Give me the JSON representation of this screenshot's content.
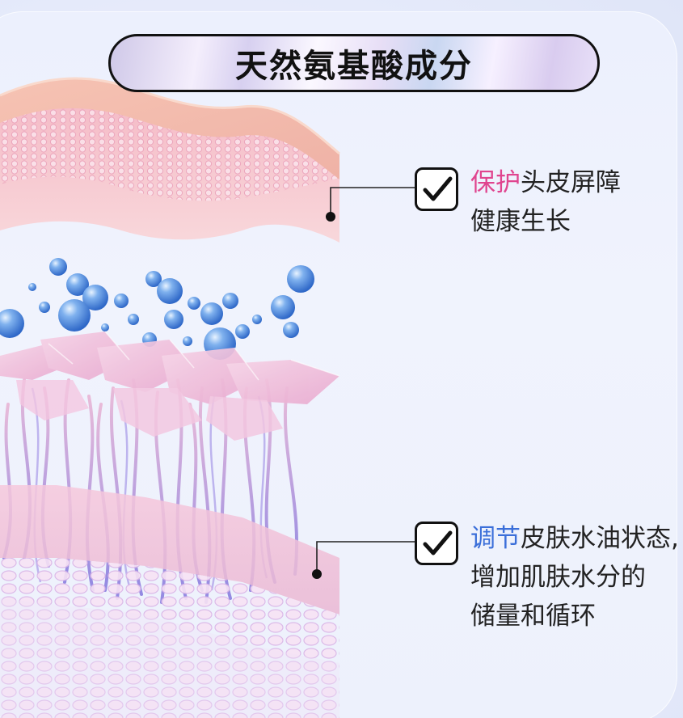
{
  "title": "天然氨基酸成分",
  "callouts": [
    {
      "highlight": "保护",
      "highlight_color": "#e0458f",
      "rest_line1": "头皮屏障",
      "line2": "健康生长",
      "icon": "checkmark-icon"
    },
    {
      "highlight": "调节",
      "highlight_color": "#3b6fd9",
      "rest_line1": "皮肤水油状态,",
      "line2": "增加肌肤水分的",
      "line3": "储量和循环",
      "icon": "checkmark-icon"
    }
  ]
}
